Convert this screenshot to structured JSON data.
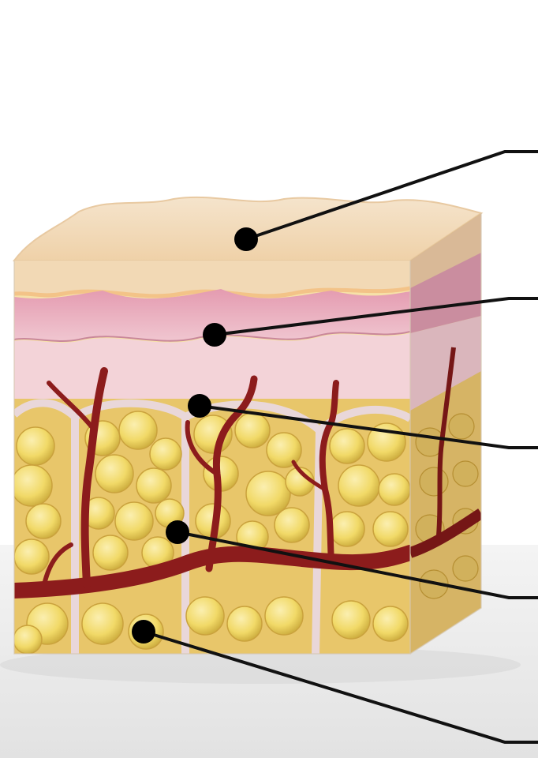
{
  "diagram": {
    "subject": "skin-cross-section-block",
    "labels": [
      {
        "id": "epidermis-surface",
        "text": ""
      },
      {
        "id": "dermis-layer",
        "text": ""
      },
      {
        "id": "dermal-connective-tissue",
        "text": ""
      },
      {
        "id": "blood-vessel",
        "text": ""
      },
      {
        "id": "fat-cells",
        "text": ""
      }
    ]
  },
  "colors": {
    "background_top": "#ffffff",
    "floor": "#e6e6e6",
    "epidermis": "#f2dcbf",
    "epidermis_edge": "#f1c89a",
    "dermis_pink": "#e6a3b5",
    "dermis_light": "#f3d2d9",
    "fat_cell": "#f4dd74",
    "fat_shadow": "#c9a83a",
    "vessel": "#8c1c1c",
    "leader_line": "#111111"
  }
}
